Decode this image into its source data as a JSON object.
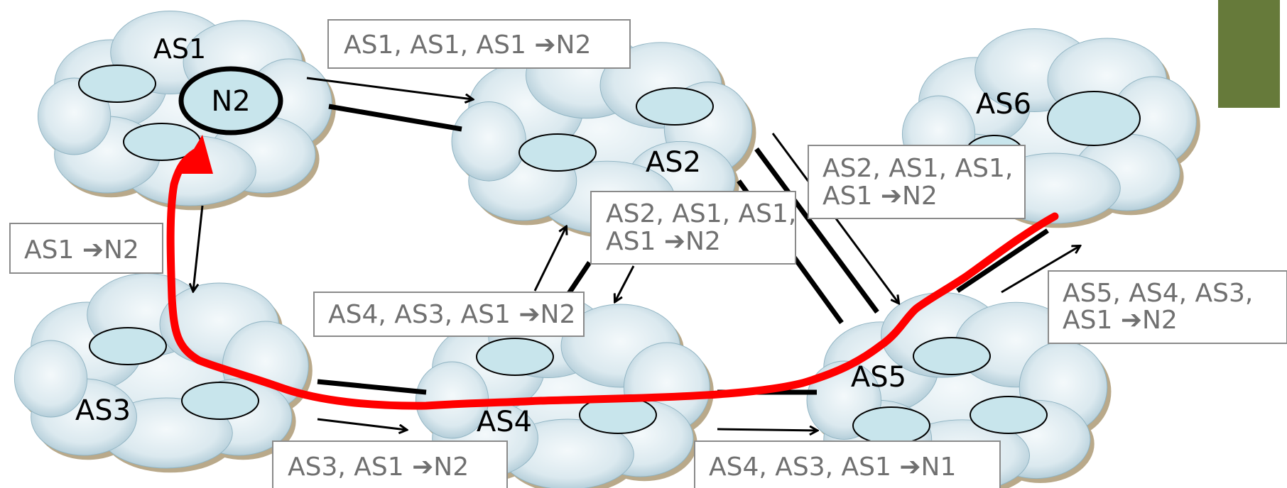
{
  "diagram": {
    "nodes": [
      {
        "id": "AS1",
        "label": "AS1"
      },
      {
        "id": "AS2",
        "label": "AS2"
      },
      {
        "id": "AS3",
        "label": "AS3"
      },
      {
        "id": "AS4",
        "label": "AS4"
      },
      {
        "id": "AS5",
        "label": "AS5"
      },
      {
        "id": "AS6",
        "label": "AS6"
      }
    ],
    "target_network": "N2",
    "route_labels": [
      {
        "id": "as1-to-as2",
        "lines": [
          "AS1, AS1, AS1 ➔N2"
        ]
      },
      {
        "id": "as1-to-as3",
        "lines": [
          "AS1 ➔N2"
        ]
      },
      {
        "id": "as2-to-as5",
        "lines": [
          "AS2, AS1, AS1,",
          "AS1 ➔N2"
        ]
      },
      {
        "id": "as2-to-as4",
        "lines": [
          "AS2, AS1, AS1,",
          "AS1 ➔N2"
        ]
      },
      {
        "id": "as4-to-as2",
        "lines": [
          "AS4, AS3, AS1 ➔N2"
        ]
      },
      {
        "id": "as5-to-as6",
        "lines": [
          "AS5, AS4, AS3,",
          "AS1 ➔N2"
        ]
      },
      {
        "id": "as3-to-as4",
        "lines": [
          "AS3, AS1 ➔N2"
        ]
      },
      {
        "id": "as4-to-as5",
        "lines": [
          "AS4, AS3, AS1 ➔N1"
        ]
      }
    ],
    "colors": {
      "cloud_light": "#f4f9fb",
      "cloud_dark": "#a9c6d3",
      "cloud_shadow": "#b9a98a",
      "subnet_fill": "#c8e5ec",
      "selected_path": "#ff0000",
      "corner_badge": "#667a3a"
    }
  }
}
